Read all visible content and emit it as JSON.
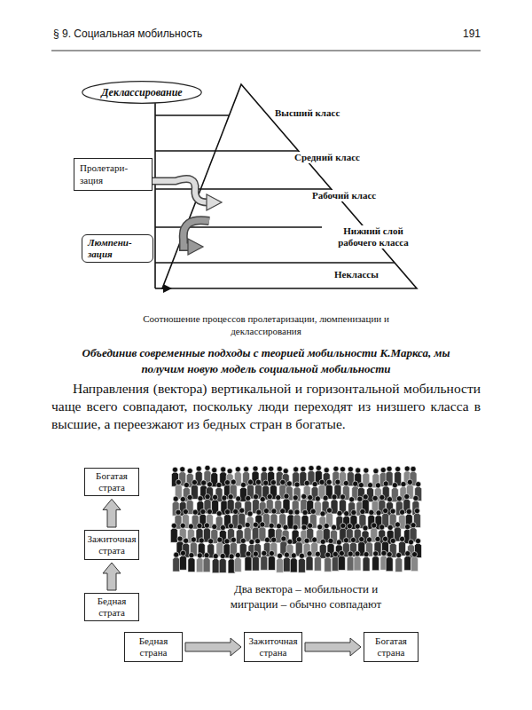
{
  "diagram": {
    "caption": "Соотношение процессов пролетаризации, люмпенизации и деклассирования",
    "nodes": [
      {
        "text": [
          "Деклассирование"
        ]
      },
      {
        "text": [
          "Пролетари-зация"
        ]
      },
      {
        "text": [
          "Люмпени-зация"
        ]
      },
      {
        "text": [
          "Богатая страта"
        ]
      },
      {
        "text": [
          "Зажиточная страта"
        ]
      },
      {
        "text": [
          "Бедная страта"
        ]
      },
      {
        "text": [
          "Бедная страна"
        ]
      },
      {
        "text": [
          "Зажиточная страна"
        ]
      },
      {
        "text": [
          "Богатая страна"
        ]
      }
    ],
    "edges": [
      {
        "from": 5,
        "to": 4,
        "arrow": "to"
      },
      {
        "from": 4,
        "to": 3,
        "arrow": "to"
      },
      {
        "from": 6,
        "to": 7,
        "arrow": "to"
      },
      {
        "from": 7,
        "to": 8,
        "arrow": "to"
      }
    ],
    "labels": [
      "§ 9. Социальная мобильность",
      "191",
      "Высший класс",
      "Средний класс",
      "Рабочий класс",
      "Нижний слой рабочего класса",
      "Неклассы",
      "Объединив современные подходы с теорией мобильности К.Маркса, мы получим новую модель социальной мобильности",
      "Направления (вектора) вертикальной и горизонтальной мобильности чаще всего совпадают, поскольку люди переходят из низшего класса в высшие, а переезжают из бедных стран в богатые.",
      "Два вектора – мобильности и миграции – обычно совпадают"
    ]
  }
}
